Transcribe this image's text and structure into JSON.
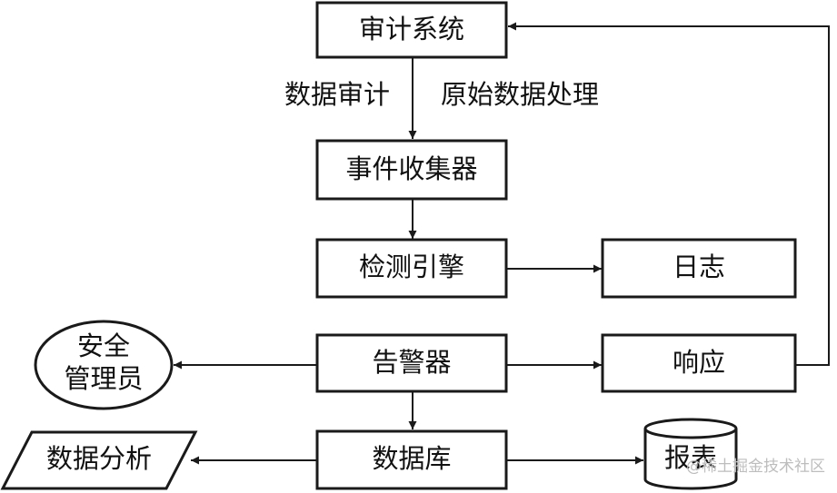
{
  "nodes": {
    "audit_system": "审计系统",
    "event_collector": "事件收集器",
    "detection_engine": "检测引擎",
    "log": "日志",
    "alarm": "告警器",
    "response": "响应",
    "database": "数据库",
    "report": "报表",
    "admin_line1": "安全",
    "admin_line2": "管理员",
    "data_analysis": "数据分析"
  },
  "edge_labels": {
    "data_audit": "数据审计",
    "raw_processing": "原始数据处理"
  },
  "watermark": "@稀土掘金技术社区"
}
